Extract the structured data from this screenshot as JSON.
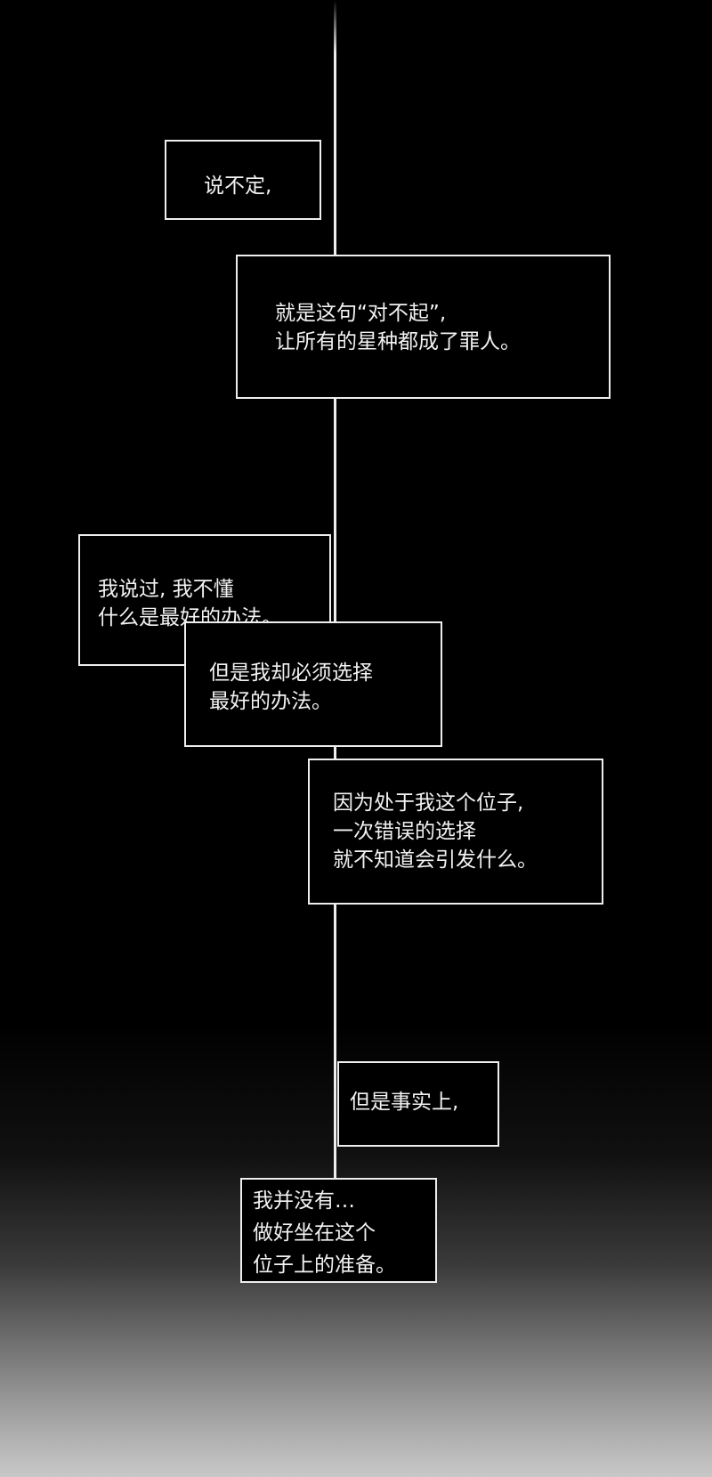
{
  "captions": [
    {
      "lines": [
        "说不定,"
      ]
    },
    {
      "lines": [
        "就是这句“对不起”,",
        "让所有的星种都成了罪人。"
      ]
    },
    {
      "lines": [
        "我说过, 我不懂",
        "什么是最好的办法。"
      ]
    },
    {
      "lines": [
        "但是我却必须选择",
        "最好的办法。"
      ]
    },
    {
      "lines": [
        "因为处于我这个位子,",
        "一次错误的选择",
        "就不知道会引发什么。"
      ]
    },
    {
      "lines": [
        "但是事实上,"
      ]
    },
    {
      "lines": [
        "我并没有…",
        "做好坐在这个",
        "位子上的准备。"
      ]
    }
  ]
}
